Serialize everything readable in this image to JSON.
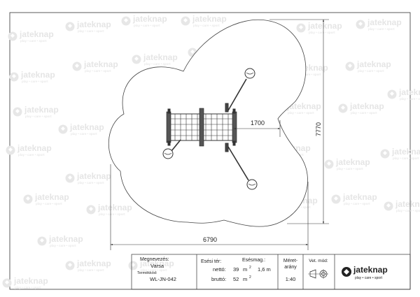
{
  "drawing": {
    "dimensions": {
      "width_total": "6790",
      "height_total": "7770",
      "inner_offset": "1700"
    }
  },
  "watermark": {
    "brand": "jateknap",
    "tagline": "play • care • sport"
  },
  "title_block": {
    "name_label": "Megnevezés:",
    "name_value": "Varsa",
    "code_label": "Termékkód:",
    "code_value": "WL-JN-042",
    "area_label": "Esési tér:",
    "net_label": "nettó:",
    "net_value": "39",
    "gross_label": "bruttó:",
    "gross_value": "52",
    "area_unit": "m",
    "area_exp": "2",
    "fall_height_label": "Esésmag.:",
    "fall_height_value": "1,6 m",
    "scale_label_1": "Méret-",
    "scale_label_2": "arány",
    "scale_value": "1:40",
    "projection_label": "Vet. mód:",
    "logo_text": "jateknap",
    "logo_tagline": "play • care • sport"
  }
}
